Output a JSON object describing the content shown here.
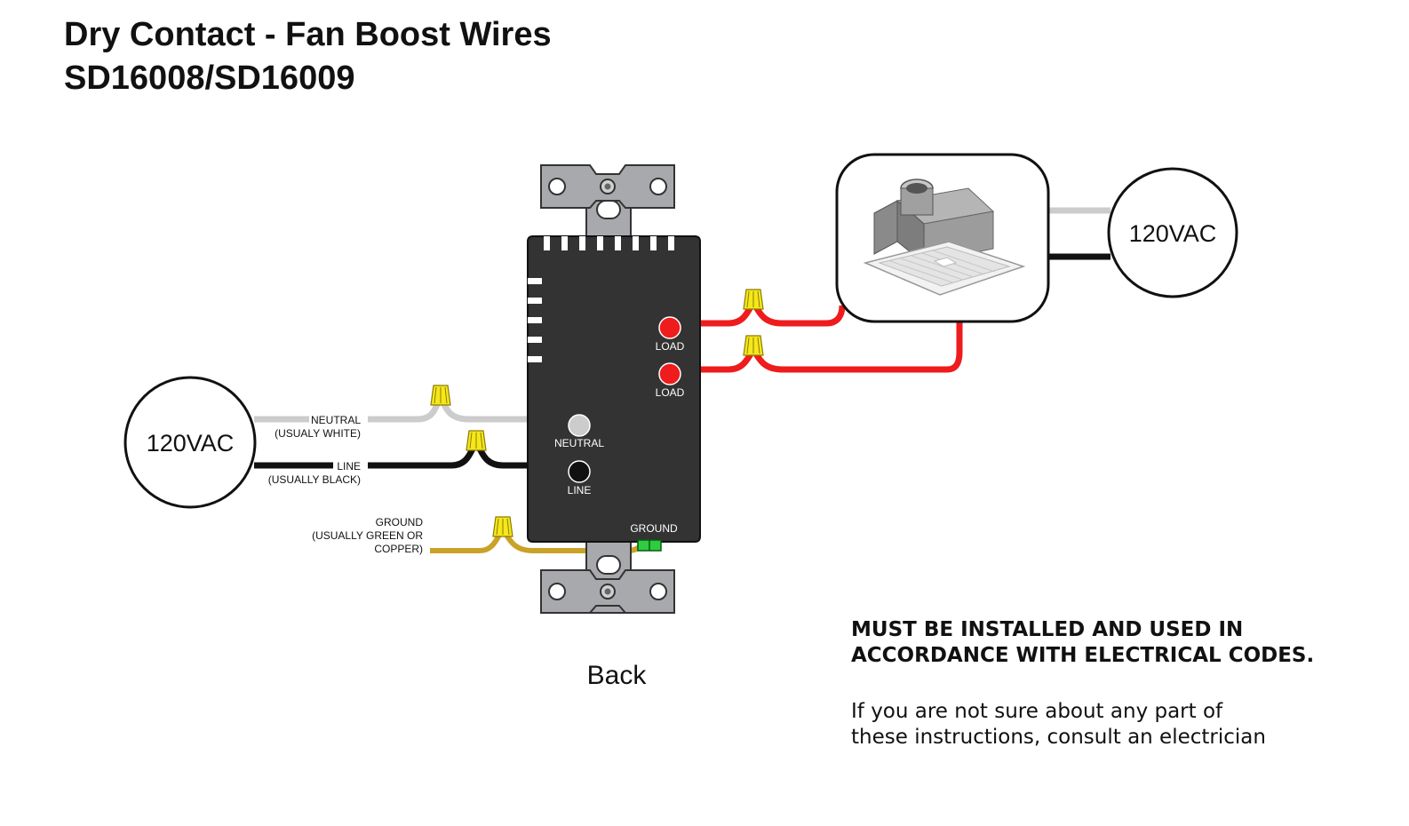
{
  "title": "Dry Contact - Fan Boost Wires",
  "subtitle": "SD16008/SD16009",
  "source_left": {
    "label": "120VAC"
  },
  "source_right": {
    "label": "120VAC"
  },
  "wires": {
    "neutral": {
      "name": "NEUTRAL",
      "note": "(USUALY WHITE)",
      "color": "#cccccc"
    },
    "line": {
      "name": "LINE",
      "note": "(USUALLY BLACK)",
      "color": "#111111"
    },
    "ground": {
      "name": "GROUND",
      "note_line1": "(USUALLY GREEN OR",
      "note_line2": "COPPER)",
      "color": "#c9a227"
    },
    "load_color": "#ee1c1c"
  },
  "terminals": {
    "load1": "LOAD",
    "load2": "LOAD",
    "neutral": "NEUTRAL",
    "line": "LINE",
    "ground": "GROUND"
  },
  "view_label": "Back",
  "notice": {
    "codes_line1": "MUST BE INSTALLED AND USED IN",
    "codes_line2": "ACCORDANCE WITH ELECTRICAL CODES.",
    "electrician_line1": "If you are not sure about any part of",
    "electrician_line2": "these instructions, consult an electrician"
  },
  "colors": {
    "switch_body": "#333333",
    "strap": "#a7a9ac",
    "wire_nut": "#f5e71c"
  }
}
